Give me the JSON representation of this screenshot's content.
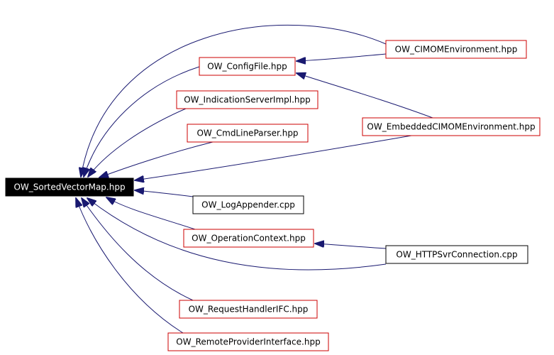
{
  "colors": {
    "edge": "#191970",
    "root_fill": "#000000",
    "root_text": "#ffffff",
    "node_fill": "#ffffff",
    "node_text": "#000000",
    "border_red": "#cc0000",
    "border_black": "#000000"
  },
  "nodes": [
    {
      "id": "sortedvectormap",
      "label": "OW_SortedVectorMap.hpp",
      "style": "root"
    },
    {
      "id": "configfile",
      "label": "OW_ConfigFile.hpp",
      "style": "red"
    },
    {
      "id": "cimomenv",
      "label": "OW_CIMOMEnvironment.hpp",
      "style": "red"
    },
    {
      "id": "indicationserver",
      "label": "OW_IndicationServerImpl.hpp",
      "style": "red"
    },
    {
      "id": "cmdlineparser",
      "label": "OW_CmdLineParser.hpp",
      "style": "red"
    },
    {
      "id": "embeddedcimomenv",
      "label": "OW_EmbeddedCIMOMEnvironment.hpp",
      "style": "red"
    },
    {
      "id": "logappender",
      "label": "OW_LogAppender.cpp",
      "style": "black"
    },
    {
      "id": "operationcontext",
      "label": "OW_OperationContext.hpp",
      "style": "red"
    },
    {
      "id": "httpsvrconnection",
      "label": "OW_HTTPSvrConnection.cpp",
      "style": "black"
    },
    {
      "id": "requesthandlerifc",
      "label": "OW_RequestHandlerIFC.hpp",
      "style": "red"
    },
    {
      "id": "remoteproviderinterface",
      "label": "OW_RemoteProviderInterface.hpp",
      "style": "red"
    }
  ],
  "edges": [
    {
      "from": "cimomenv",
      "to": "sortedvectormap"
    },
    {
      "from": "configfile",
      "to": "sortedvectormap"
    },
    {
      "from": "indicationserver",
      "to": "sortedvectormap"
    },
    {
      "from": "cmdlineparser",
      "to": "sortedvectormap"
    },
    {
      "from": "embeddedcimomenv",
      "to": "sortedvectormap"
    },
    {
      "from": "logappender",
      "to": "sortedvectormap"
    },
    {
      "from": "operationcontext",
      "to": "sortedvectormap"
    },
    {
      "from": "httpsvrconnection",
      "to": "sortedvectormap"
    },
    {
      "from": "requesthandlerifc",
      "to": "sortedvectormap"
    },
    {
      "from": "remoteproviderinterface",
      "to": "sortedvectormap"
    },
    {
      "from": "cimomenv",
      "to": "configfile"
    },
    {
      "from": "embeddedcimomenv",
      "to": "configfile"
    },
    {
      "from": "httpsvrconnection",
      "to": "operationcontext"
    }
  ]
}
